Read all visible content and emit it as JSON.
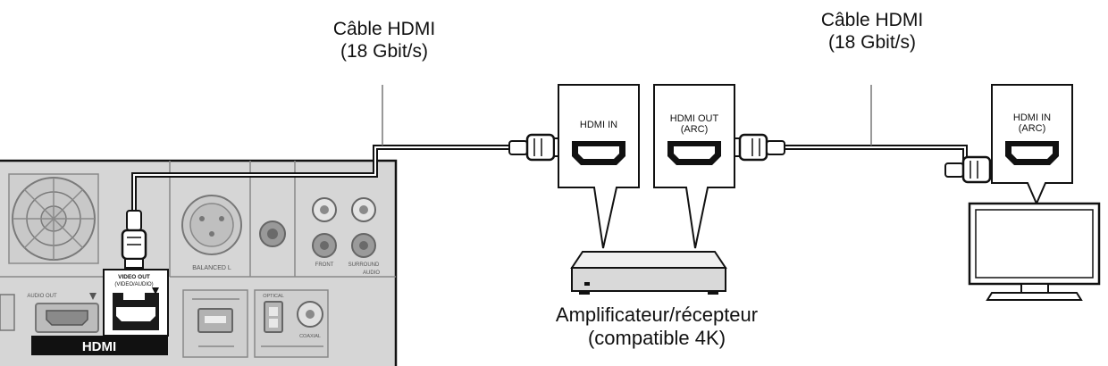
{
  "cable_left": {
    "label": "Câble HDMI",
    "speed": "(18 Gbit/s)"
  },
  "cable_right": {
    "label": "Câble HDMI",
    "speed": "(18 Gbit/s)"
  },
  "amplifier": {
    "label": "Amplificateur/récepteur",
    "sublabel": "(compatible 4K)",
    "port_in": "HDMI IN",
    "port_out": "HDMI OUT",
    "port_out_arc": "(ARC)"
  },
  "tv": {
    "port_in": "HDMI IN",
    "port_in_arc": "(ARC)"
  },
  "player": {
    "video_out": "VIDEO OUT",
    "video_out_sub": "(VIDEO/AUDIO)",
    "audio_out": "AUDIO OUT",
    "hdmi_logo": "HDMI",
    "balanced": "BALANCED L",
    "front": "FRONT",
    "surround": "SURROUND",
    "audio": "AUDIO",
    "optical": "OPTICAL",
    "coaxial": "COAXIAL"
  },
  "colors": {
    "line": "#111111",
    "panel": "#d9d9d9",
    "panel_dark": "#c4c4c4",
    "ink": "#1a1a1a"
  }
}
